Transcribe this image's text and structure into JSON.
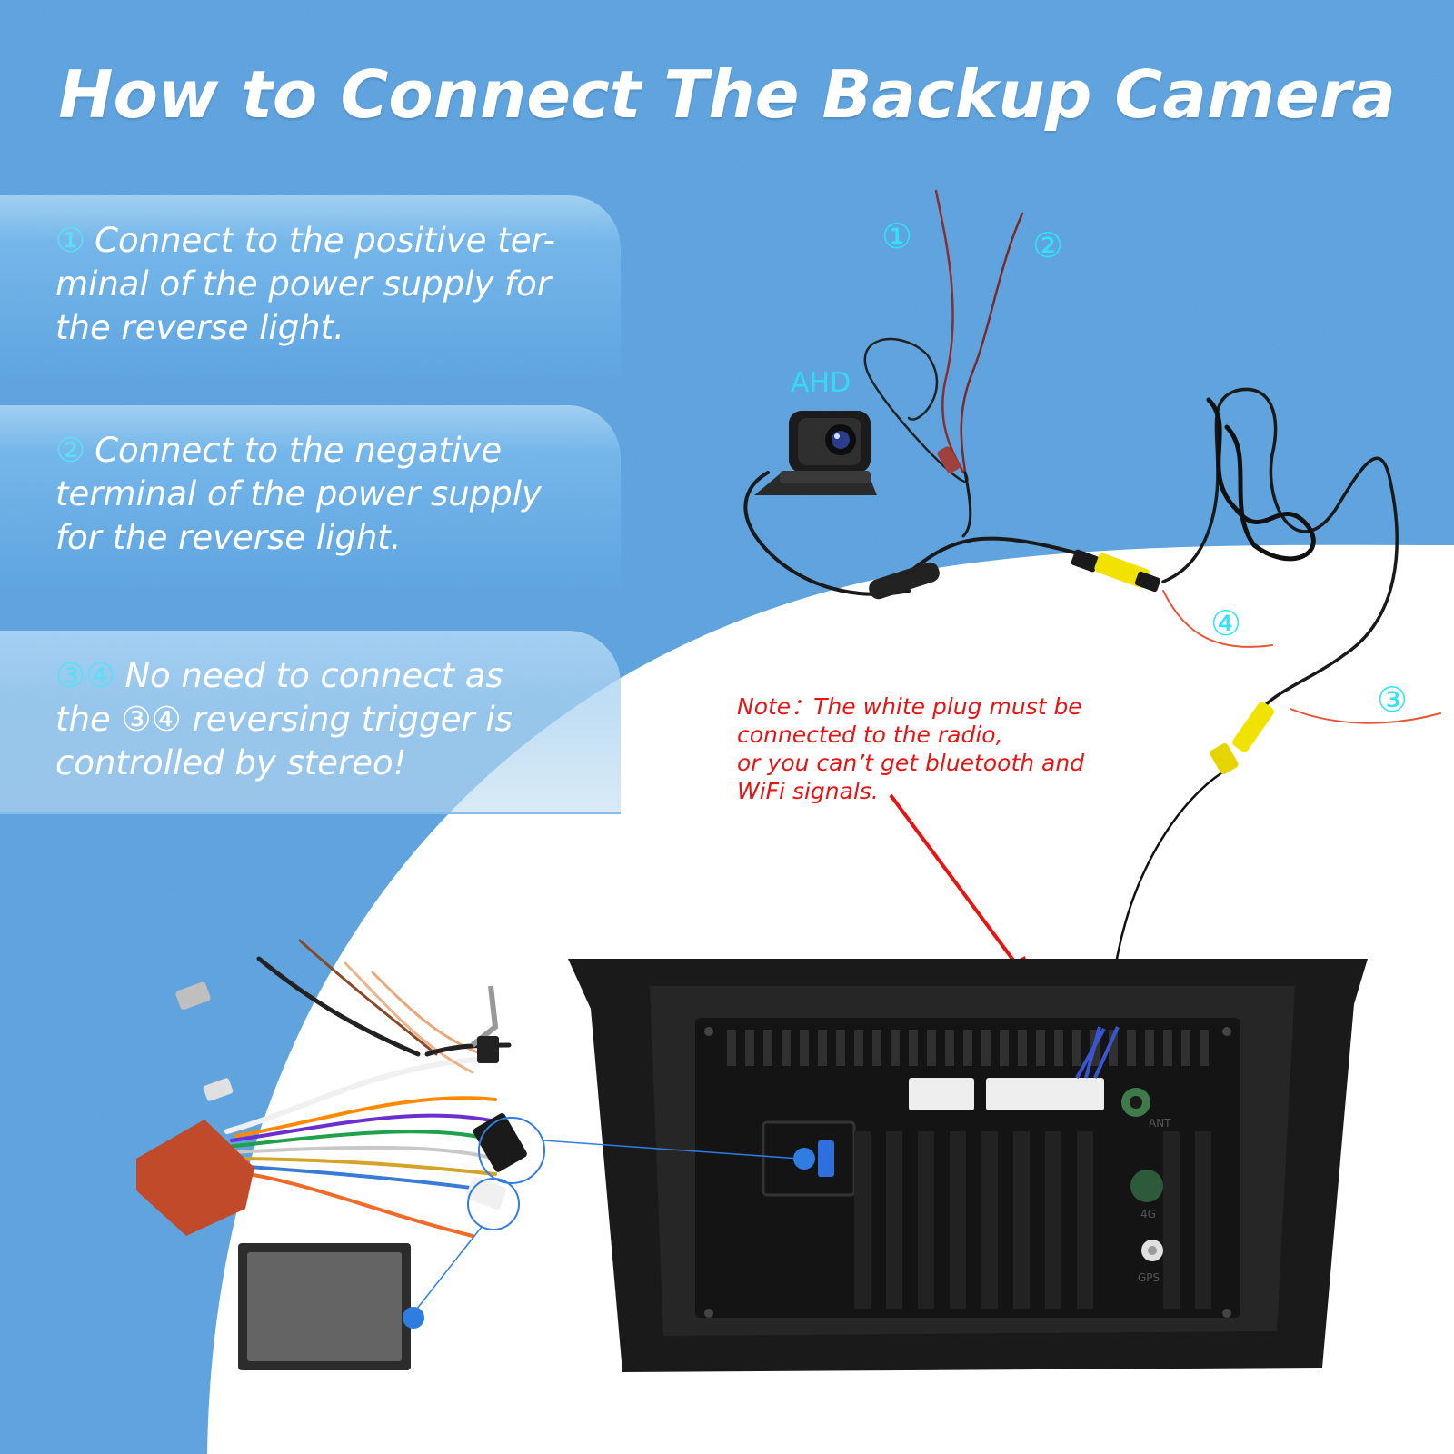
{
  "title": "How to Connect The Backup Camera",
  "steps": [
    {
      "num": "①",
      "text": "Connect to the positive ter-\nminal of the power supply for\nthe reverse light."
    },
    {
      "num": "②",
      "text": "Connect to the negative\nterminal of the power supply\nfor the reverse light."
    },
    {
      "num": "③④",
      "text": "No need to connect as\nthe ③④ reversing trigger is\ncontrolled by stereo!"
    }
  ],
  "camera_label": "AHD",
  "wire_labels": {
    "one": "①",
    "two": "②",
    "three": "③",
    "four": "④"
  },
  "note": "Note：The white plug must be\nconnected to the radio,\nor you can’t get bluetooth and\nWiFi signals.",
  "radio_port_labels": {
    "ant": "ANT",
    "fourg": "4G",
    "gps": "GPS"
  },
  "colors": {
    "background": "#5aa0dd",
    "title": "#ffffff",
    "circle_numbers": "#2fe5f5",
    "note": "#e81414",
    "rca_yellow": "#f2e200",
    "red_wire": "#c0392b",
    "radio_body": "#1a1a1a"
  }
}
